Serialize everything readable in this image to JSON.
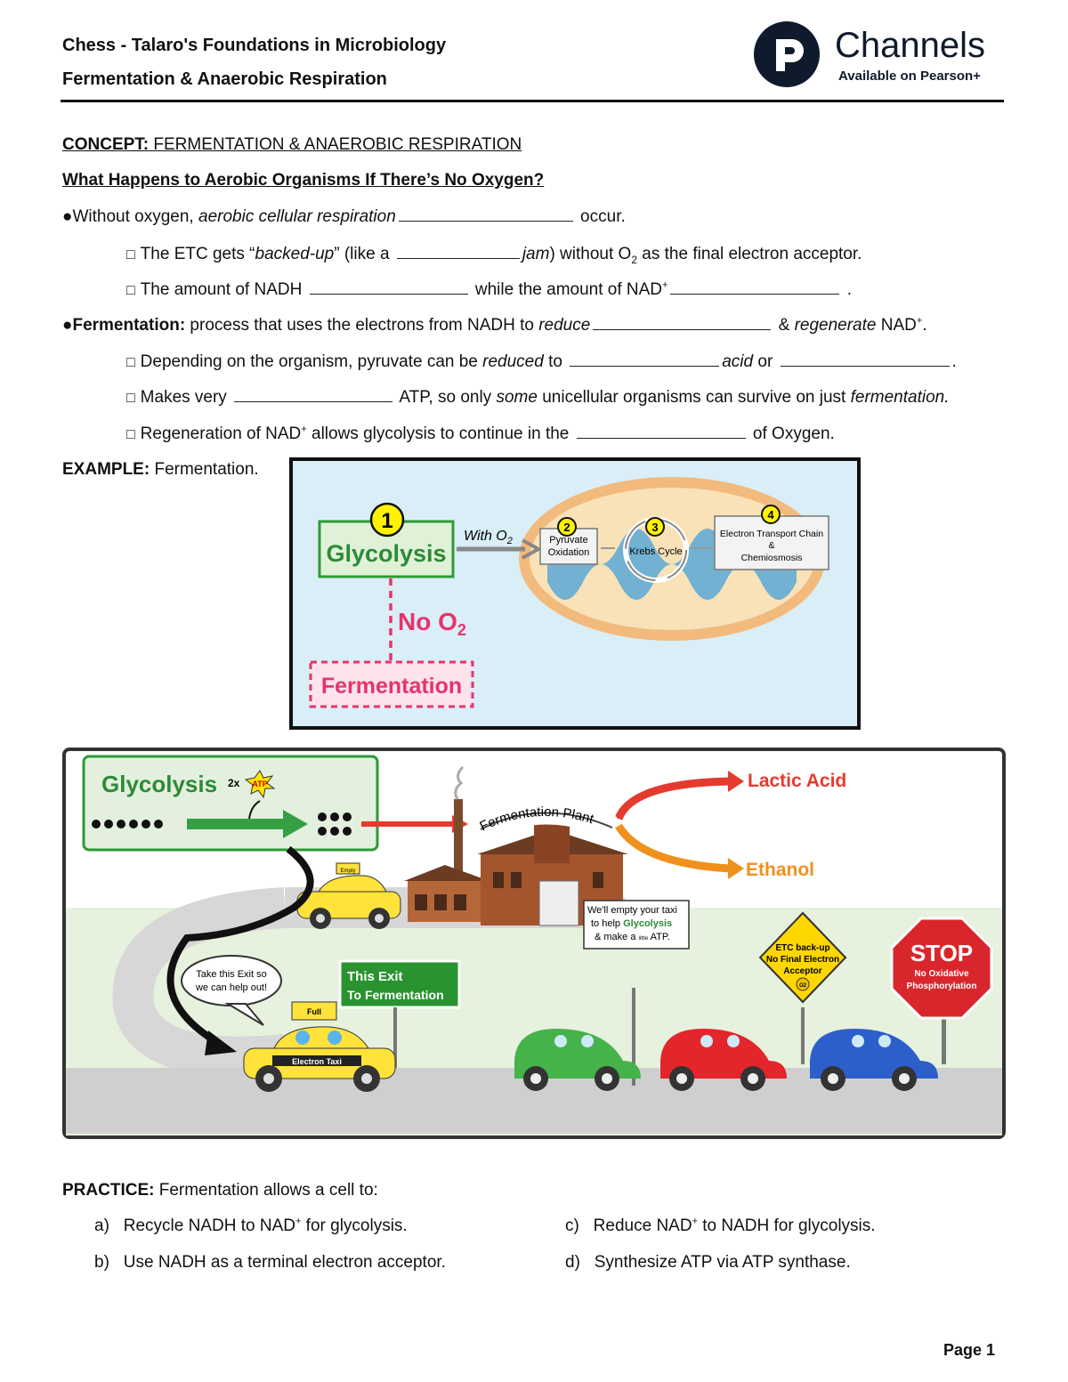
{
  "header": {
    "line1": "Chess - Talaro's Foundations in Microbiology",
    "line2": "Fermentation & Anaerobic Respiration",
    "logo_text": "Channels",
    "logo_sub": "Available on Pearson+"
  },
  "concept": {
    "label": "CONCEPT:",
    "title": " FERMENTATION & ANAEROBIC RESPIRATION"
  },
  "question": "What Happens to Aerobic Organisms If There’s No Oxygen?",
  "lines": {
    "l1_a": "●Without oxygen, ",
    "l1_b": "aerobic cellular respiration",
    "l1_c": " occur.",
    "l2_a": "The ETC gets “",
    "l2_b": "backed-up",
    "l2_c": "” (like a ",
    "l2_d": "jam",
    "l2_e": ") without O",
    "l2_f": "2",
    "l2_g": " as the final electron acceptor.",
    "l3_a": "The amount of NADH ",
    "l3_b": " while the amount of NAD",
    "l3_c": "+",
    "l3_d": " .",
    "l4_a": "●Fermentation:",
    "l4_b": " process that uses the electrons from NADH to ",
    "l4_c": "reduce",
    "l4_d": " & ",
    "l4_e": "regenerate",
    "l4_f": " NAD",
    "l4_g": "+",
    "l4_h": ".",
    "l5_a": "Depending on the organism, pyruvate can be ",
    "l5_b": "reduced",
    "l5_c": " to ",
    "l5_d": "acid",
    "l5_e": " or ",
    "l5_f": ".",
    "l6_a": "Makes very ",
    "l6_b": " ATP, so only ",
    "l6_c": "some",
    "l6_d": " unicellular organisms can survive on just ",
    "l6_e": "fermentation.",
    "l7_a": "Regeneration of NAD",
    "l7_b": "+",
    "l7_c": " allows glycolysis to continue in the ",
    "l7_d": " of Oxygen.",
    "square": "□"
  },
  "example": {
    "label": "EXAMPLE:",
    "text": " Fermentation."
  },
  "diagram1": {
    "step1": "1",
    "step2": "2",
    "step3": "3",
    "step4": "4",
    "glycolysis": "Glycolysis",
    "with_o2": "With O",
    "with_o2_sub": "2",
    "pyruvate": "Pyruvate",
    "oxidation": "Oxidation",
    "krebs": "Krebs Cycle",
    "etc1": "Electron Transport Chain",
    "etc2": "&",
    "etc3": "Chemiosmosis",
    "no_o2": "No O",
    "no_o2_sub": "2",
    "fermentation": "Fermentation"
  },
  "diagram2": {
    "glycolysis": "Glycolysis",
    "atp_mult": "2x",
    "atp": "ATP",
    "plant": "Fermentation Plant",
    "lactic": "Lactic Acid",
    "ethanol": "Ethanol",
    "empty": "Empty",
    "sign_line1": "We'll empty your taxi",
    "sign_line2a": "to help ",
    "sign_line2b": "Glycolysis",
    "sign_line3a": "& make a ",
    "sign_line3b": "little",
    "sign_line3c": " ATP.",
    "bubble1": "Take this Exit so",
    "bubble2": "we can help out!",
    "exit1": "This Exit",
    "exit2": "To Fermentation",
    "full": "Full",
    "taxi": "Electron Taxi",
    "etc_sign1": "ETC back-up",
    "etc_sign2": "No Final Electron",
    "etc_sign3": "Acceptor",
    "etc_o2": "O2",
    "stop": "STOP",
    "stop2": "No Oxidative",
    "stop3": "Phosphorylation"
  },
  "practice": {
    "label": "PRACTICE:",
    "text": " Fermentation allows a cell to:",
    "a_label": "a)",
    "a_text_1": "Recycle NADH to NAD",
    "a_text_sup": "+",
    "a_text_2": " for glycolysis.",
    "b_label": "b)",
    "b_text": "Use NADH as a terminal electron acceptor.",
    "c_label": "c)",
    "c_text_1": "Reduce NAD",
    "c_text_sup": "+",
    "c_text_2": " to NADH for glycolysis.",
    "d_label": "d)",
    "d_text": "Synthesize ATP via ATP synthase."
  },
  "footer": {
    "page": "Page 1"
  }
}
